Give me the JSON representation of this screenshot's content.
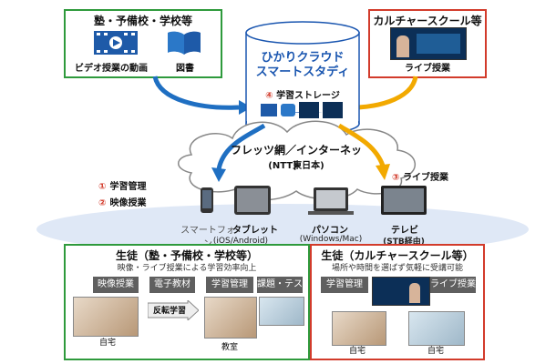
{
  "top_left_box": {
    "title": "塾・予備校・学校等",
    "video_label": "ビデオ授業の動画",
    "book_label": "図書"
  },
  "top_right_box": {
    "title": "カルチャースクール等",
    "live_label": "ライブ授業"
  },
  "cloud_storage": {
    "title_line1": "ひかりクラウド",
    "title_line2": "スマートスタディ",
    "storage_num": "④",
    "storage_label": "学習ストレージ"
  },
  "network": {
    "title": "フレッツ網／インターネット",
    "subtitle": "(NTT東日本)"
  },
  "flows": {
    "live_num": "③",
    "live_label": "ライブ授業"
  },
  "legend": [
    {
      "num": "①",
      "label": "学習管理"
    },
    {
      "num": "②",
      "label": "映像授業"
    }
  ],
  "devices": [
    {
      "label": "スマートフォン",
      "sub": ""
    },
    {
      "label": "タブレット",
      "sub": "(iOS/Android)"
    },
    {
      "label": "パソコン",
      "sub": "(Windows/Mac)"
    },
    {
      "label": "テレビ",
      "sub": "(STB経由)"
    }
  ],
  "bottom_left_box": {
    "title": "生徒（塾・予備校・学校等）",
    "subtitle": "映像・ライブ授業による学習効率向上",
    "chips": [
      "映像授業",
      "電子教材",
      "学習管理",
      "課題・テスト"
    ],
    "flip_label": "反転学習",
    "home_label": "自宅",
    "classroom_label": "教室"
  },
  "bottom_right_box": {
    "title": "生徒（カルチャースクール等）",
    "subtitle": "場所や時間を選ばず気軽に受講可能",
    "chips": [
      "学習管理",
      "ライブ授業"
    ],
    "home_label_1": "自宅",
    "home_label_2": "自宅"
  },
  "colors": {
    "green": "#2e9a3c",
    "red": "#d23b2b",
    "blue_arrow": "#1f6fc2",
    "orange_arrow": "#f2a900",
    "cloud_blue": "#1a56b0"
  }
}
